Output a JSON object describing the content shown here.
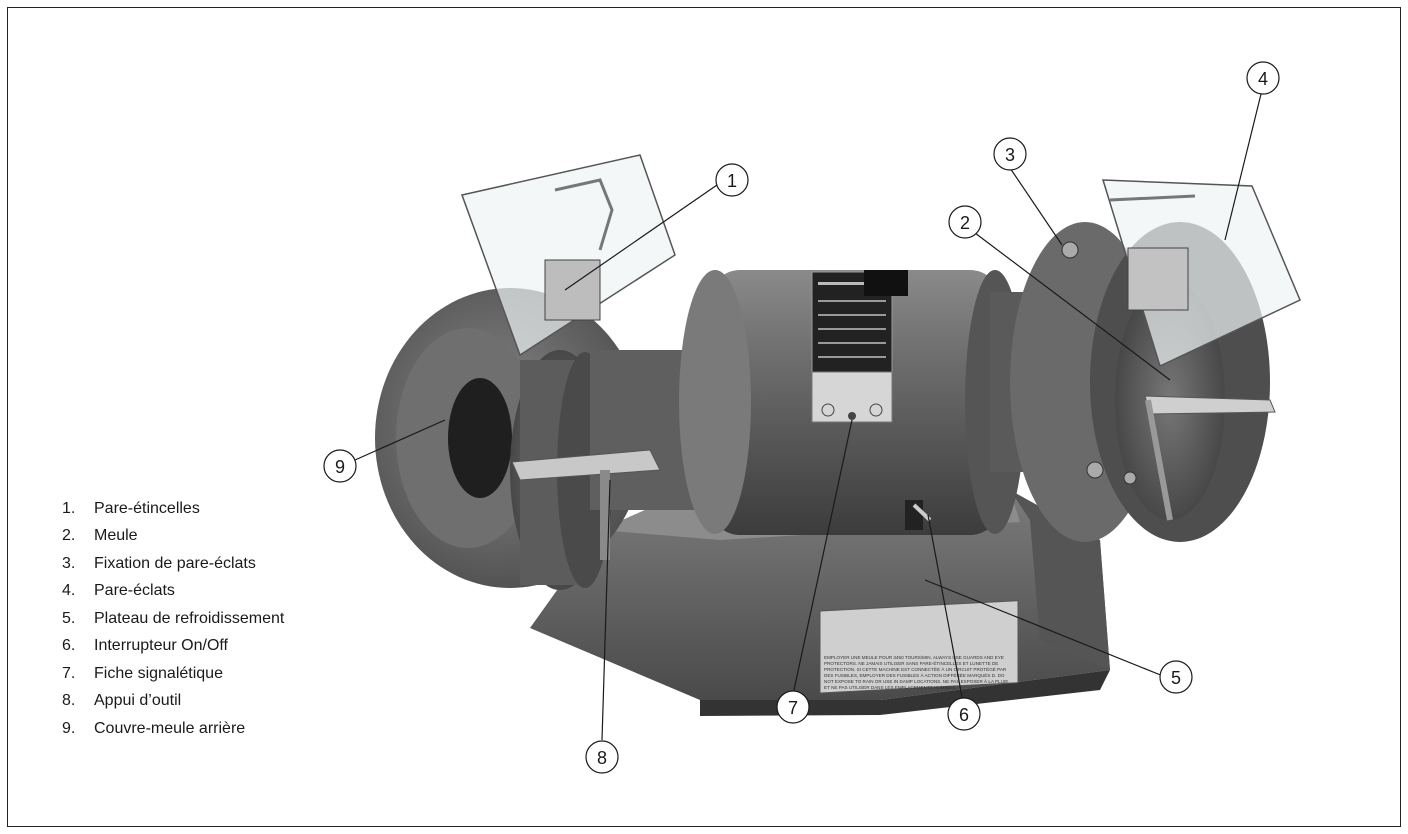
{
  "legend": {
    "items": [
      {
        "num": "1.",
        "label": "Pare-étincelles"
      },
      {
        "num": "2.",
        "label": "Meule"
      },
      {
        "num": "3.",
        "label": "Fixation de pare-éclats"
      },
      {
        "num": "4.",
        "label": "Pare-éclats"
      },
      {
        "num": "5.",
        "label": "Plateau de refroidissement"
      },
      {
        "num": "6.",
        "label": "Interrupteur On/Off"
      },
      {
        "num": "7.",
        "label": "Fiche signalétique"
      },
      {
        "num": "8.",
        "label": "Appui d’outil"
      },
      {
        "num": "9.",
        "label": "Couvre-meule arrière"
      }
    ]
  },
  "callouts": {
    "c1": "1",
    "c2": "2",
    "c3": "3",
    "c4": "4",
    "c5": "5",
    "c6": "6",
    "c7": "7",
    "c8": "8",
    "c9": "9"
  },
  "warning_plate": {
    "text": "EMPLOYER UNE MEULE POUR 3450 TOURS/MIN. ALWAYS USE GUARDS AND EYE PROTECTORS. NE JAMAIS UTILISER SANS PARE-ÉTINCELLES ET LUNETTE DE PROTECTION. SI CETTE MACHINE EST CONNECTÉE À UN CIRCUIT PROTÉGÉ PAR DES FUSIBLES, EMPLOYER DES FUSIBLES À ACTION DIFFÉRÉE MARQUÉS D. DO NOT EXPOSE TO RAIN OR USE IN DAMP LOCATIONS. NE PAS EXPOSER À LA PLUIE ET NE PAS UTILISER DANS LES EMPLACEMENTS HUMIDES."
  },
  "colors": {
    "body": "#6e6e6e",
    "body_dark": "#3f3f3f",
    "wheel": "#4a4a4a",
    "guard": "#e9eef0",
    "line": "#1a1a1a"
  }
}
